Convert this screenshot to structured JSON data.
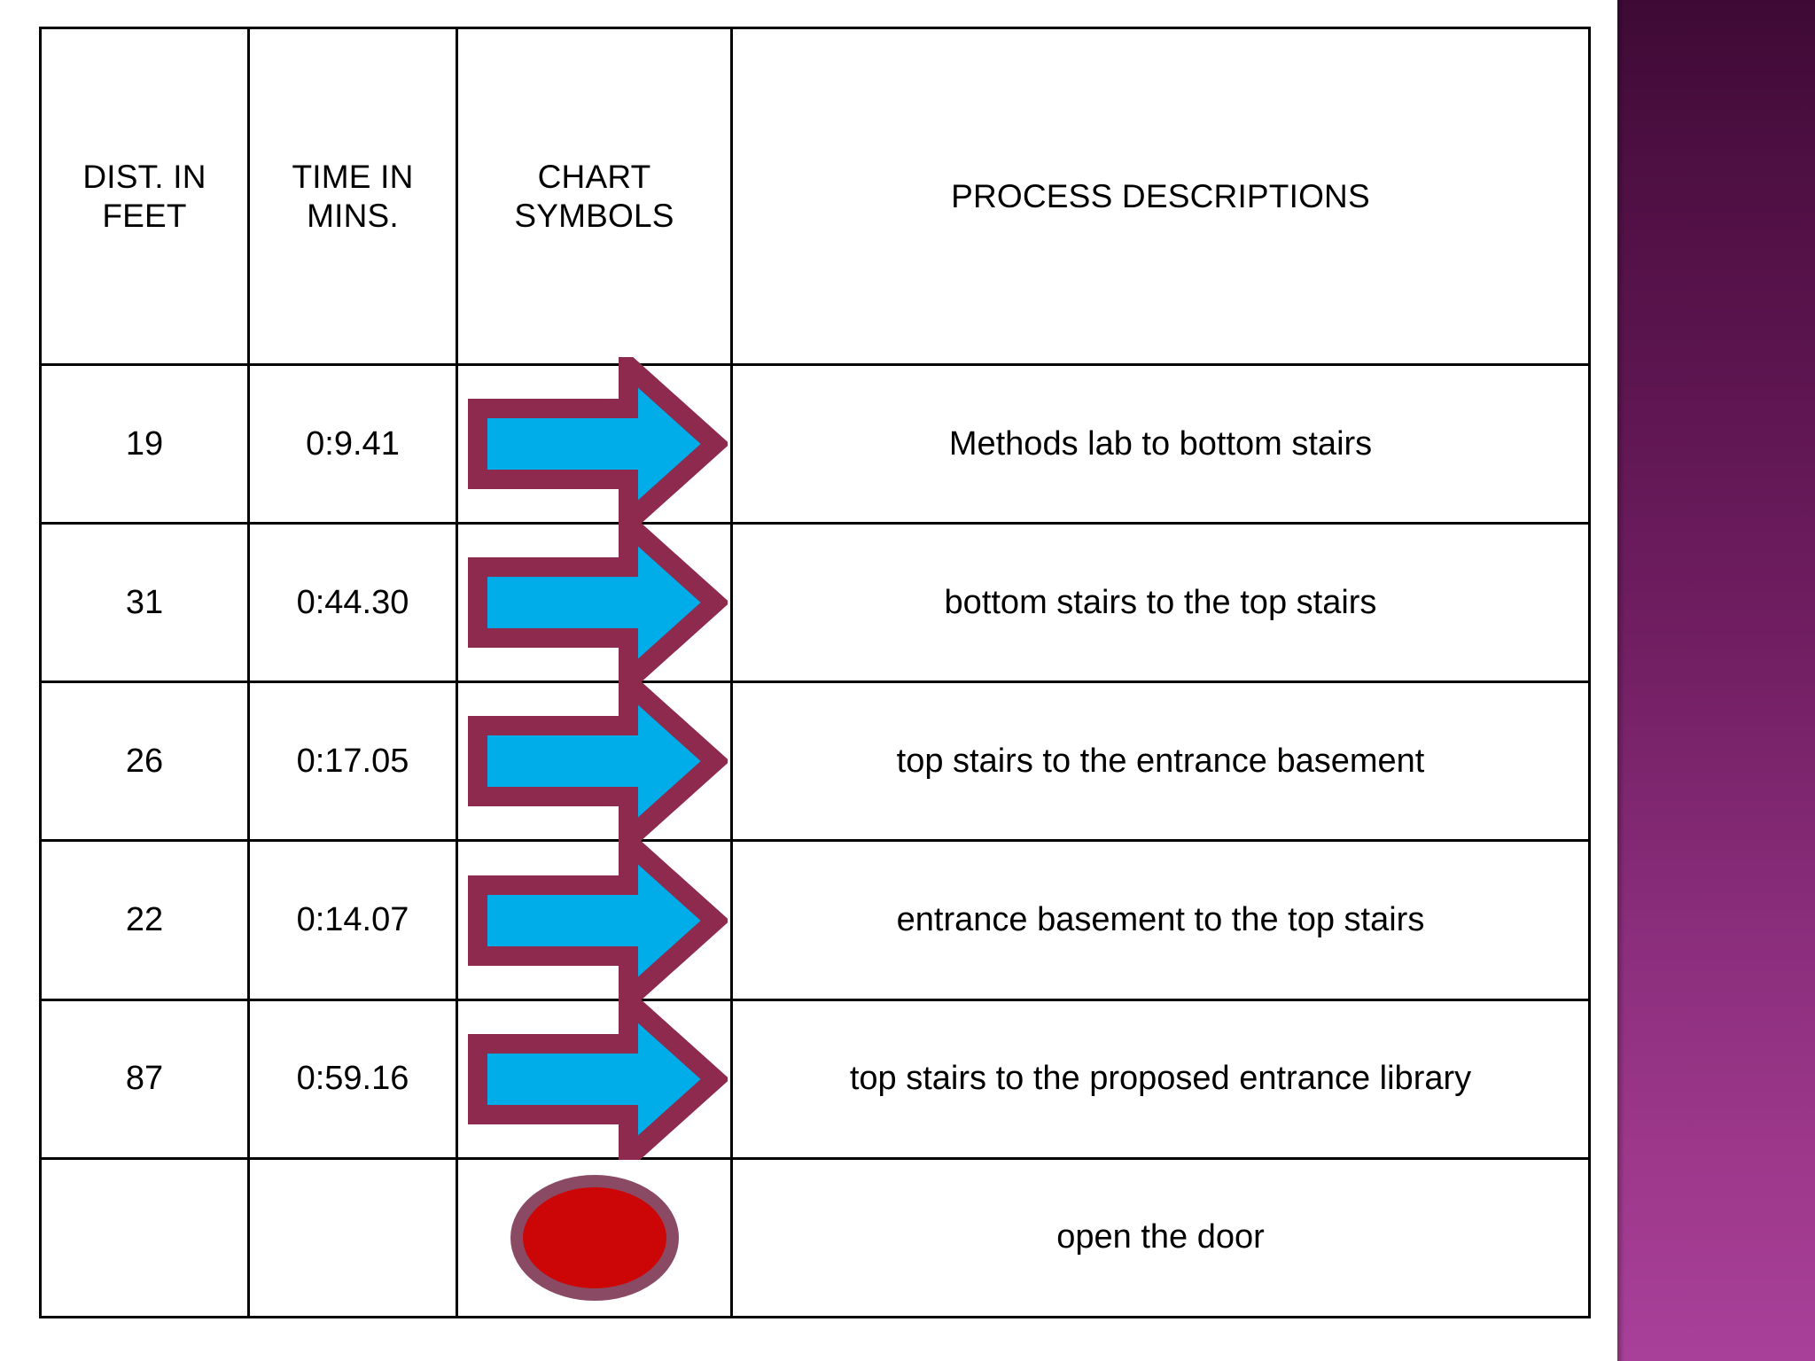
{
  "colors": {
    "arrow_fill": "#00ADE8",
    "arrow_border": "#8E2A4D",
    "ellipse_fill": "#CC0606",
    "ellipse_border": "#8B4A63",
    "table_border": "#000000",
    "band_top": "#3E0A35",
    "band_bottom": "#A8409A",
    "text": "#000000"
  },
  "table": {
    "headers": {
      "dist": "DIST. IN\nFEET",
      "dist_line1": "DIST. IN",
      "dist_line2": "FEET",
      "time_line1": "TIME IN",
      "time_line2": "MINS.",
      "symbol_line1": "CHART",
      "symbol_line2": "SYMBOLS",
      "description": "PROCESS DESCRIPTIONS"
    },
    "rows": [
      {
        "dist": "19",
        "time": "0:9.41",
        "symbol": "right-arrow",
        "description": "Methods lab to bottom stairs"
      },
      {
        "dist": "31",
        "time": "0:44.30",
        "symbol": "right-arrow",
        "description": "bottom stairs to the top stairs"
      },
      {
        "dist": "26",
        "time": "0:17.05",
        "symbol": "right-arrow",
        "description": "top stairs to the entrance basement"
      },
      {
        "dist": "22",
        "time": "0:14.07",
        "symbol": "right-arrow",
        "description": "entrance basement to the top stairs"
      },
      {
        "dist": "87",
        "time": "0:59.16",
        "symbol": "right-arrow",
        "description": "top stairs to the proposed entrance library"
      },
      {
        "dist": "",
        "time": "",
        "symbol": "red-ellipse",
        "description": "open the door"
      }
    ]
  }
}
